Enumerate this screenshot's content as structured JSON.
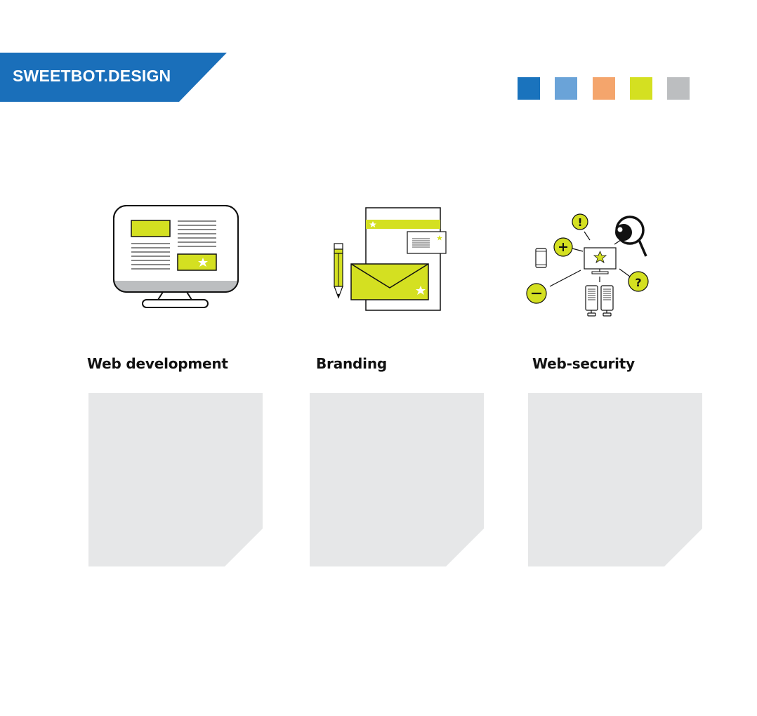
{
  "brand": {
    "name": "SWEETBOT.DESIGN",
    "banner_color": "#1a6fba"
  },
  "palette": [
    {
      "name": "blue",
      "color": "#1a73bd"
    },
    {
      "name": "light-blue",
      "color": "#6aa3d8"
    },
    {
      "name": "orange",
      "color": "#f4a56c"
    },
    {
      "name": "lime",
      "color": "#d4e021"
    },
    {
      "name": "gray",
      "color": "#bcbec0"
    }
  ],
  "services": [
    {
      "title": "Web development",
      "icon": "monitor-icon"
    },
    {
      "title": "Branding",
      "icon": "branding-icon"
    },
    {
      "title": "Web-security",
      "icon": "network-security-icon"
    }
  ],
  "colors": {
    "accent": "#d4e021",
    "card_fill": "#e6e7e8"
  }
}
